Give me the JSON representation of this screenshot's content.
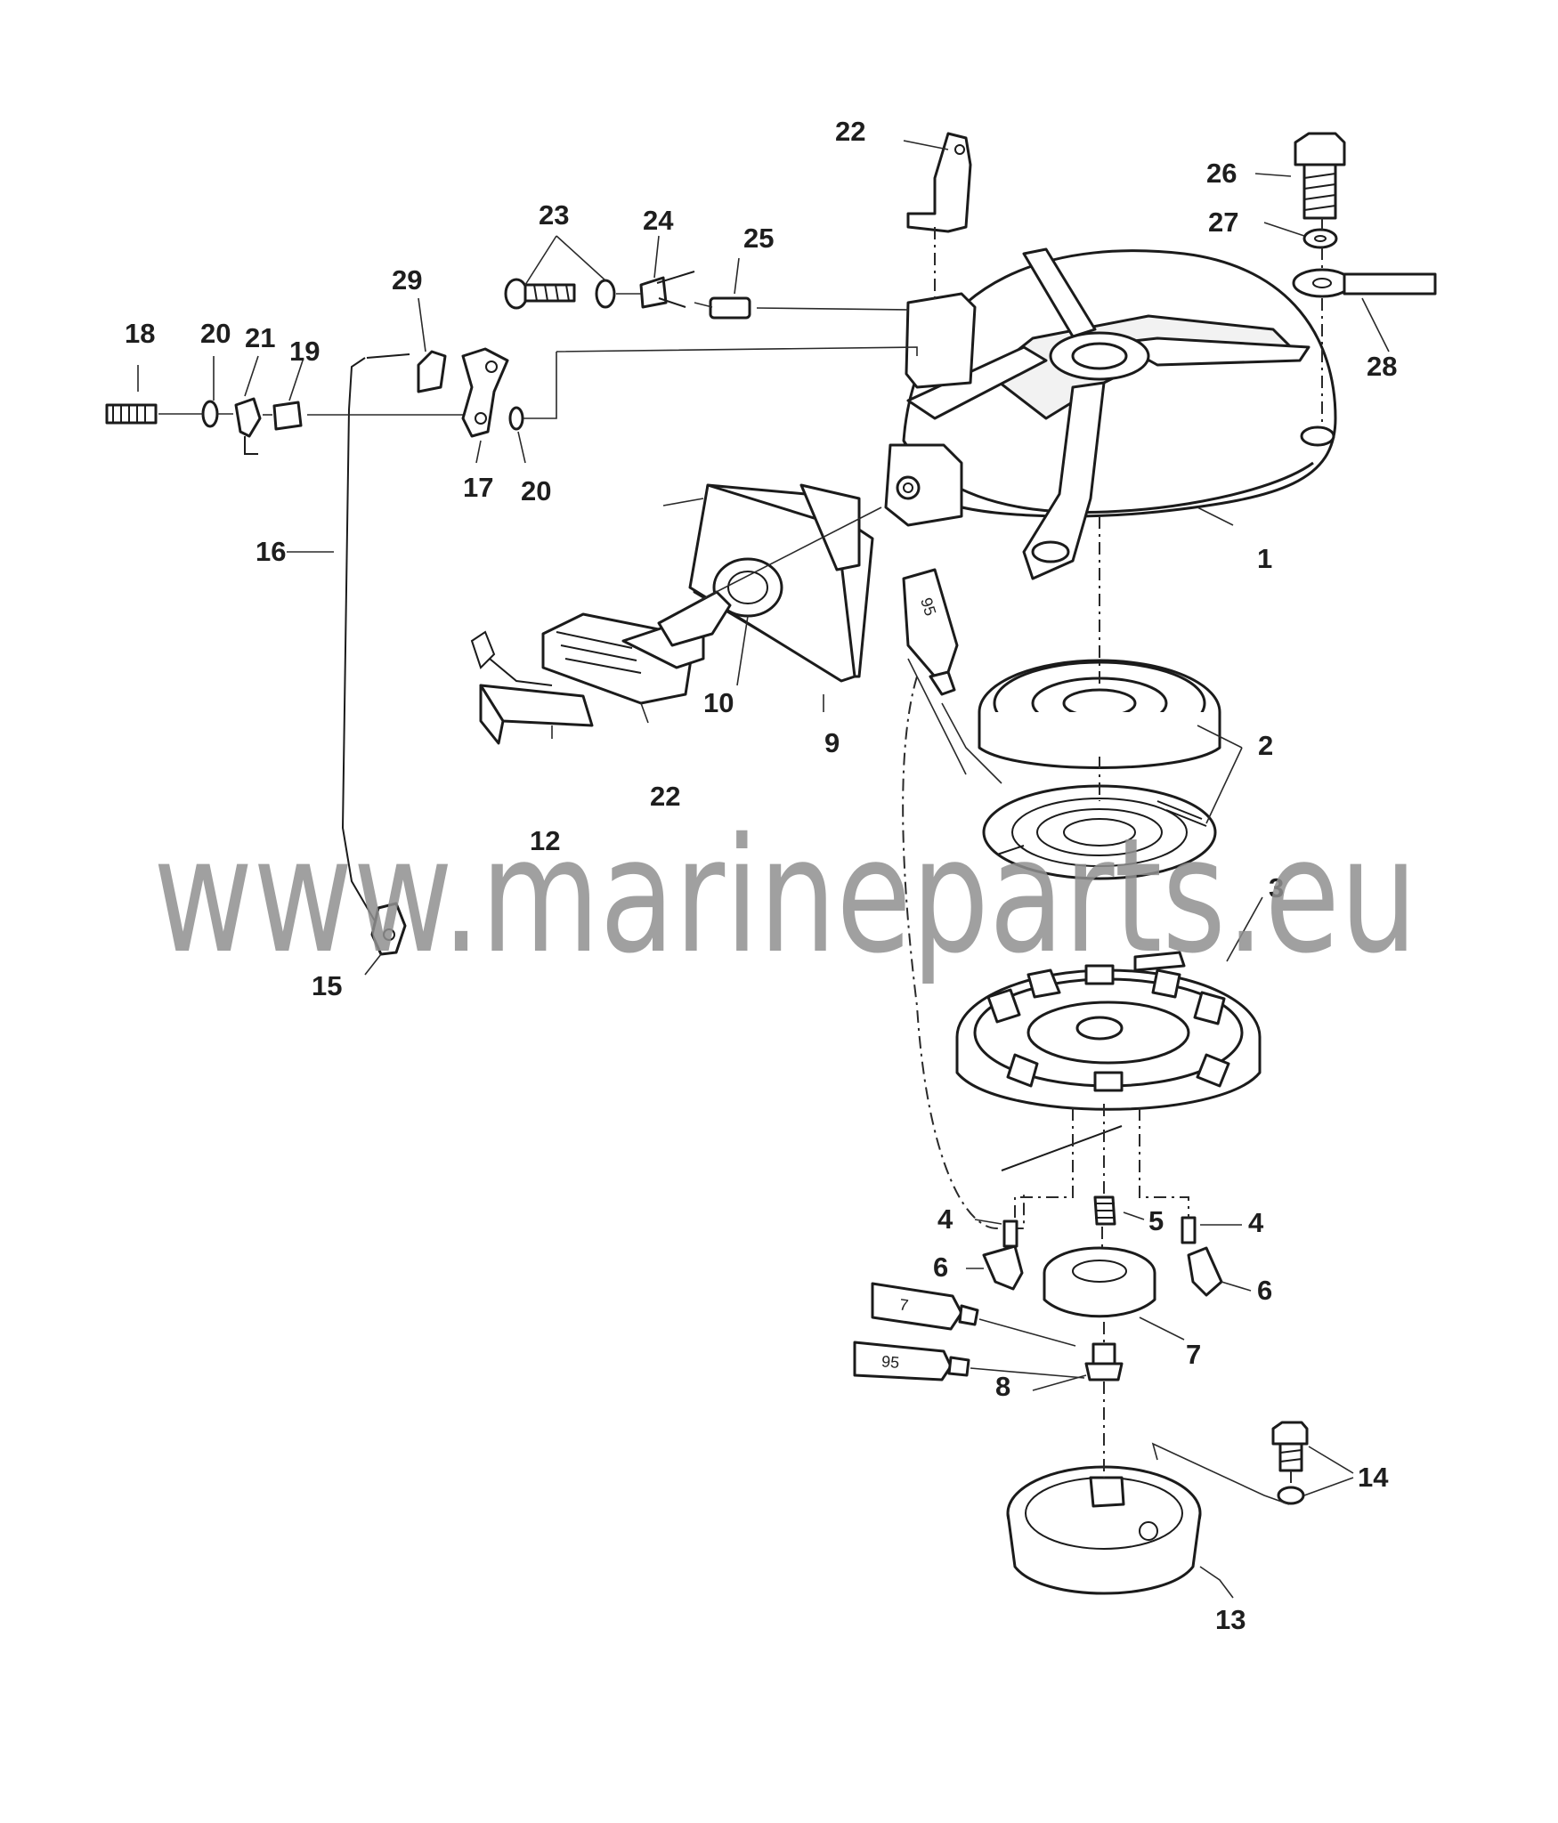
{
  "diagram": {
    "callouts": [
      {
        "id": "c1",
        "text": "1"
      },
      {
        "id": "c2",
        "text": "2"
      },
      {
        "id": "c3",
        "text": "3"
      },
      {
        "id": "c4a",
        "text": "4"
      },
      {
        "id": "c4b",
        "text": "4"
      },
      {
        "id": "c5",
        "text": "5"
      },
      {
        "id": "c6a",
        "text": "6"
      },
      {
        "id": "c6b",
        "text": "6"
      },
      {
        "id": "c7",
        "text": "7"
      },
      {
        "id": "c8",
        "text": "8"
      },
      {
        "id": "c9",
        "text": "9"
      },
      {
        "id": "c10",
        "text": "10"
      },
      {
        "id": "c12",
        "text": "12"
      },
      {
        "id": "c13",
        "text": "13"
      },
      {
        "id": "c14",
        "text": "14"
      },
      {
        "id": "c15",
        "text": "15"
      },
      {
        "id": "c16",
        "text": "16"
      },
      {
        "id": "c17",
        "text": "17"
      },
      {
        "id": "c18",
        "text": "18"
      },
      {
        "id": "c19",
        "text": "19"
      },
      {
        "id": "c20a",
        "text": "20"
      },
      {
        "id": "c20b",
        "text": "20"
      },
      {
        "id": "c21",
        "text": "21"
      },
      {
        "id": "c22a",
        "text": "22"
      },
      {
        "id": "c22b",
        "text": "22"
      },
      {
        "id": "c23",
        "text": "23"
      },
      {
        "id": "c24",
        "text": "24"
      },
      {
        "id": "c25",
        "text": "25"
      },
      {
        "id": "c26",
        "text": "26"
      },
      {
        "id": "c27",
        "text": "27"
      },
      {
        "id": "c28",
        "text": "28"
      },
      {
        "id": "c29",
        "text": "29"
      }
    ],
    "tube_labels": [
      {
        "id": "t1",
        "text": "95"
      },
      {
        "id": "t2",
        "text": "7"
      },
      {
        "id": "t3",
        "text": "95"
      }
    ],
    "watermark": "www.marineparts.eu"
  }
}
